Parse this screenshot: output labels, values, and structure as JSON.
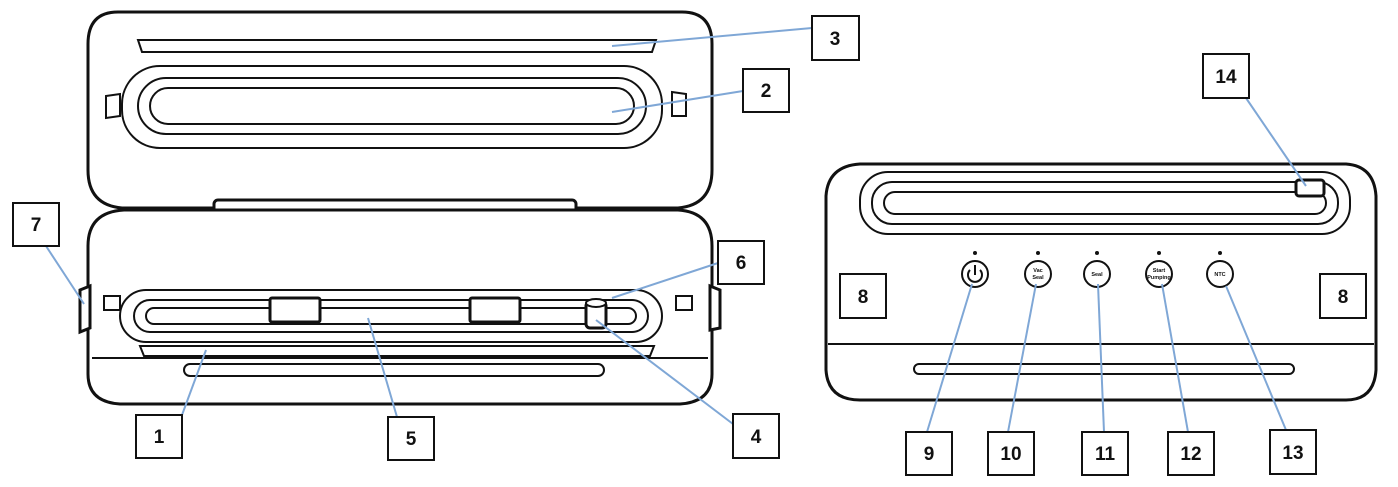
{
  "callouts": [
    {
      "id": "c1",
      "label": "1"
    },
    {
      "id": "c2",
      "label": "2"
    },
    {
      "id": "c3",
      "label": "3"
    },
    {
      "id": "c4",
      "label": "4"
    },
    {
      "id": "c5",
      "label": "5"
    },
    {
      "id": "c6",
      "label": "6"
    },
    {
      "id": "c7",
      "label": "7"
    },
    {
      "id": "c8a",
      "label": "8"
    },
    {
      "id": "c8b",
      "label": "8"
    },
    {
      "id": "c9",
      "label": "9"
    },
    {
      "id": "c10",
      "label": "10"
    },
    {
      "id": "c11",
      "label": "11"
    },
    {
      "id": "c12",
      "label": "12"
    },
    {
      "id": "c13",
      "label": "13"
    },
    {
      "id": "c14",
      "label": "14"
    }
  ],
  "buttons": {
    "vac_seal": {
      "line1": "Vac",
      "line2": "Seal"
    },
    "seal": {
      "label": "Seal"
    },
    "stop": {
      "line1": "Start",
      "line2": "Pumping"
    },
    "ntc": {
      "label": "NTC"
    }
  },
  "colors": {
    "outline": "#111111",
    "leader": "#7fa7d6",
    "background": "#ffffff"
  }
}
